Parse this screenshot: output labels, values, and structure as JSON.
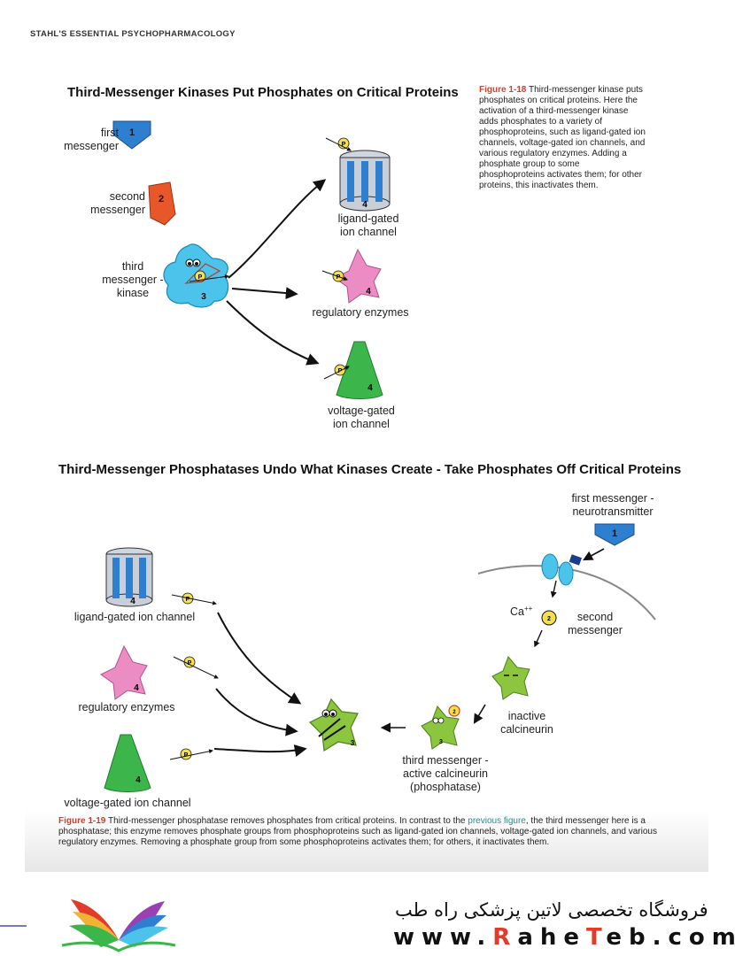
{
  "running_head": "STAHL'S ESSENTIAL PSYCHOPHARMACOLOGY",
  "fig18": {
    "title": "Third-Messenger Kinases Put Phosphates on Critical Proteins",
    "first_messenger": "first\nmessenger",
    "second_messenger": "second\nmessenger",
    "third_messenger": "third\nmessenger -\nkinase",
    "ligand_gated": "ligand-gated\nion channel",
    "regulatory": "regulatory enzymes",
    "voltage_gated": "voltage-gated\nion channel",
    "badge_1": "1",
    "badge_2": "2",
    "badge_3": "3",
    "badge_4": "4",
    "phosphate": "P",
    "caption_no": "Figure 1-18",
    "caption": " Third-messenger kinase puts phosphates on critical proteins.  Here the activation of a third-messenger kinase adds phosphates to a variety of phosphoproteins, such as ligand-gated ion channels, voltage-gated ion channels, and various regulatory enzymes. Adding a phosphate group to some phosphoproteins activates them; for other proteins, this inactivates them."
  },
  "fig19": {
    "title": "Third-Messenger Phosphatases Undo What Kinases Create - Take Phosphates Off Critical Proteins",
    "first_messenger": "first messenger -\nneurotransmitter",
    "ca": "Ca",
    "ca_sup": "++",
    "second_messenger": "second\nmessenger",
    "inactive": "inactive\ncalcineurin",
    "third_messenger": "third messenger -\nactive calcineurin\n(phosphatase)",
    "ligand_gated": "ligand-gated ion channel",
    "regulatory": "regulatory enzymes",
    "voltage_gated": "voltage-gated ion channel",
    "caption_no": "Figure 1-19",
    "caption_a": "  Third-messenger phosphatase removes phosphates from critical proteins.  In contrast to the ",
    "caption_link": "previous figure",
    "caption_b": ", the third messenger here is a phosphatase; this enzyme removes phosphate groups from phosphoproteins such as ligand-gated ion channels, voltage-gated ion channels, and various regulatory enzymes. Removing a phosphate group from some phosphoproteins activates them; for others, it inactivates them."
  },
  "footer": {
    "persian": "فروشگاه تخصصی لاتین پزشکی  راه طب",
    "url_a": "www.",
    "url_r": "R",
    "url_ahe": "ahe",
    "url_t": "T",
    "url_eb": "eb",
    "url_com": ".com"
  },
  "colors": {
    "blue": "#2f7fd0",
    "orange": "#e8572a",
    "cyan": "#4cc3ea",
    "pink": "#ec8cc4",
    "green": "#3cb54a",
    "lime": "#8cc63f",
    "yellow": "#f5e04a",
    "red": "#d83b2b"
  }
}
